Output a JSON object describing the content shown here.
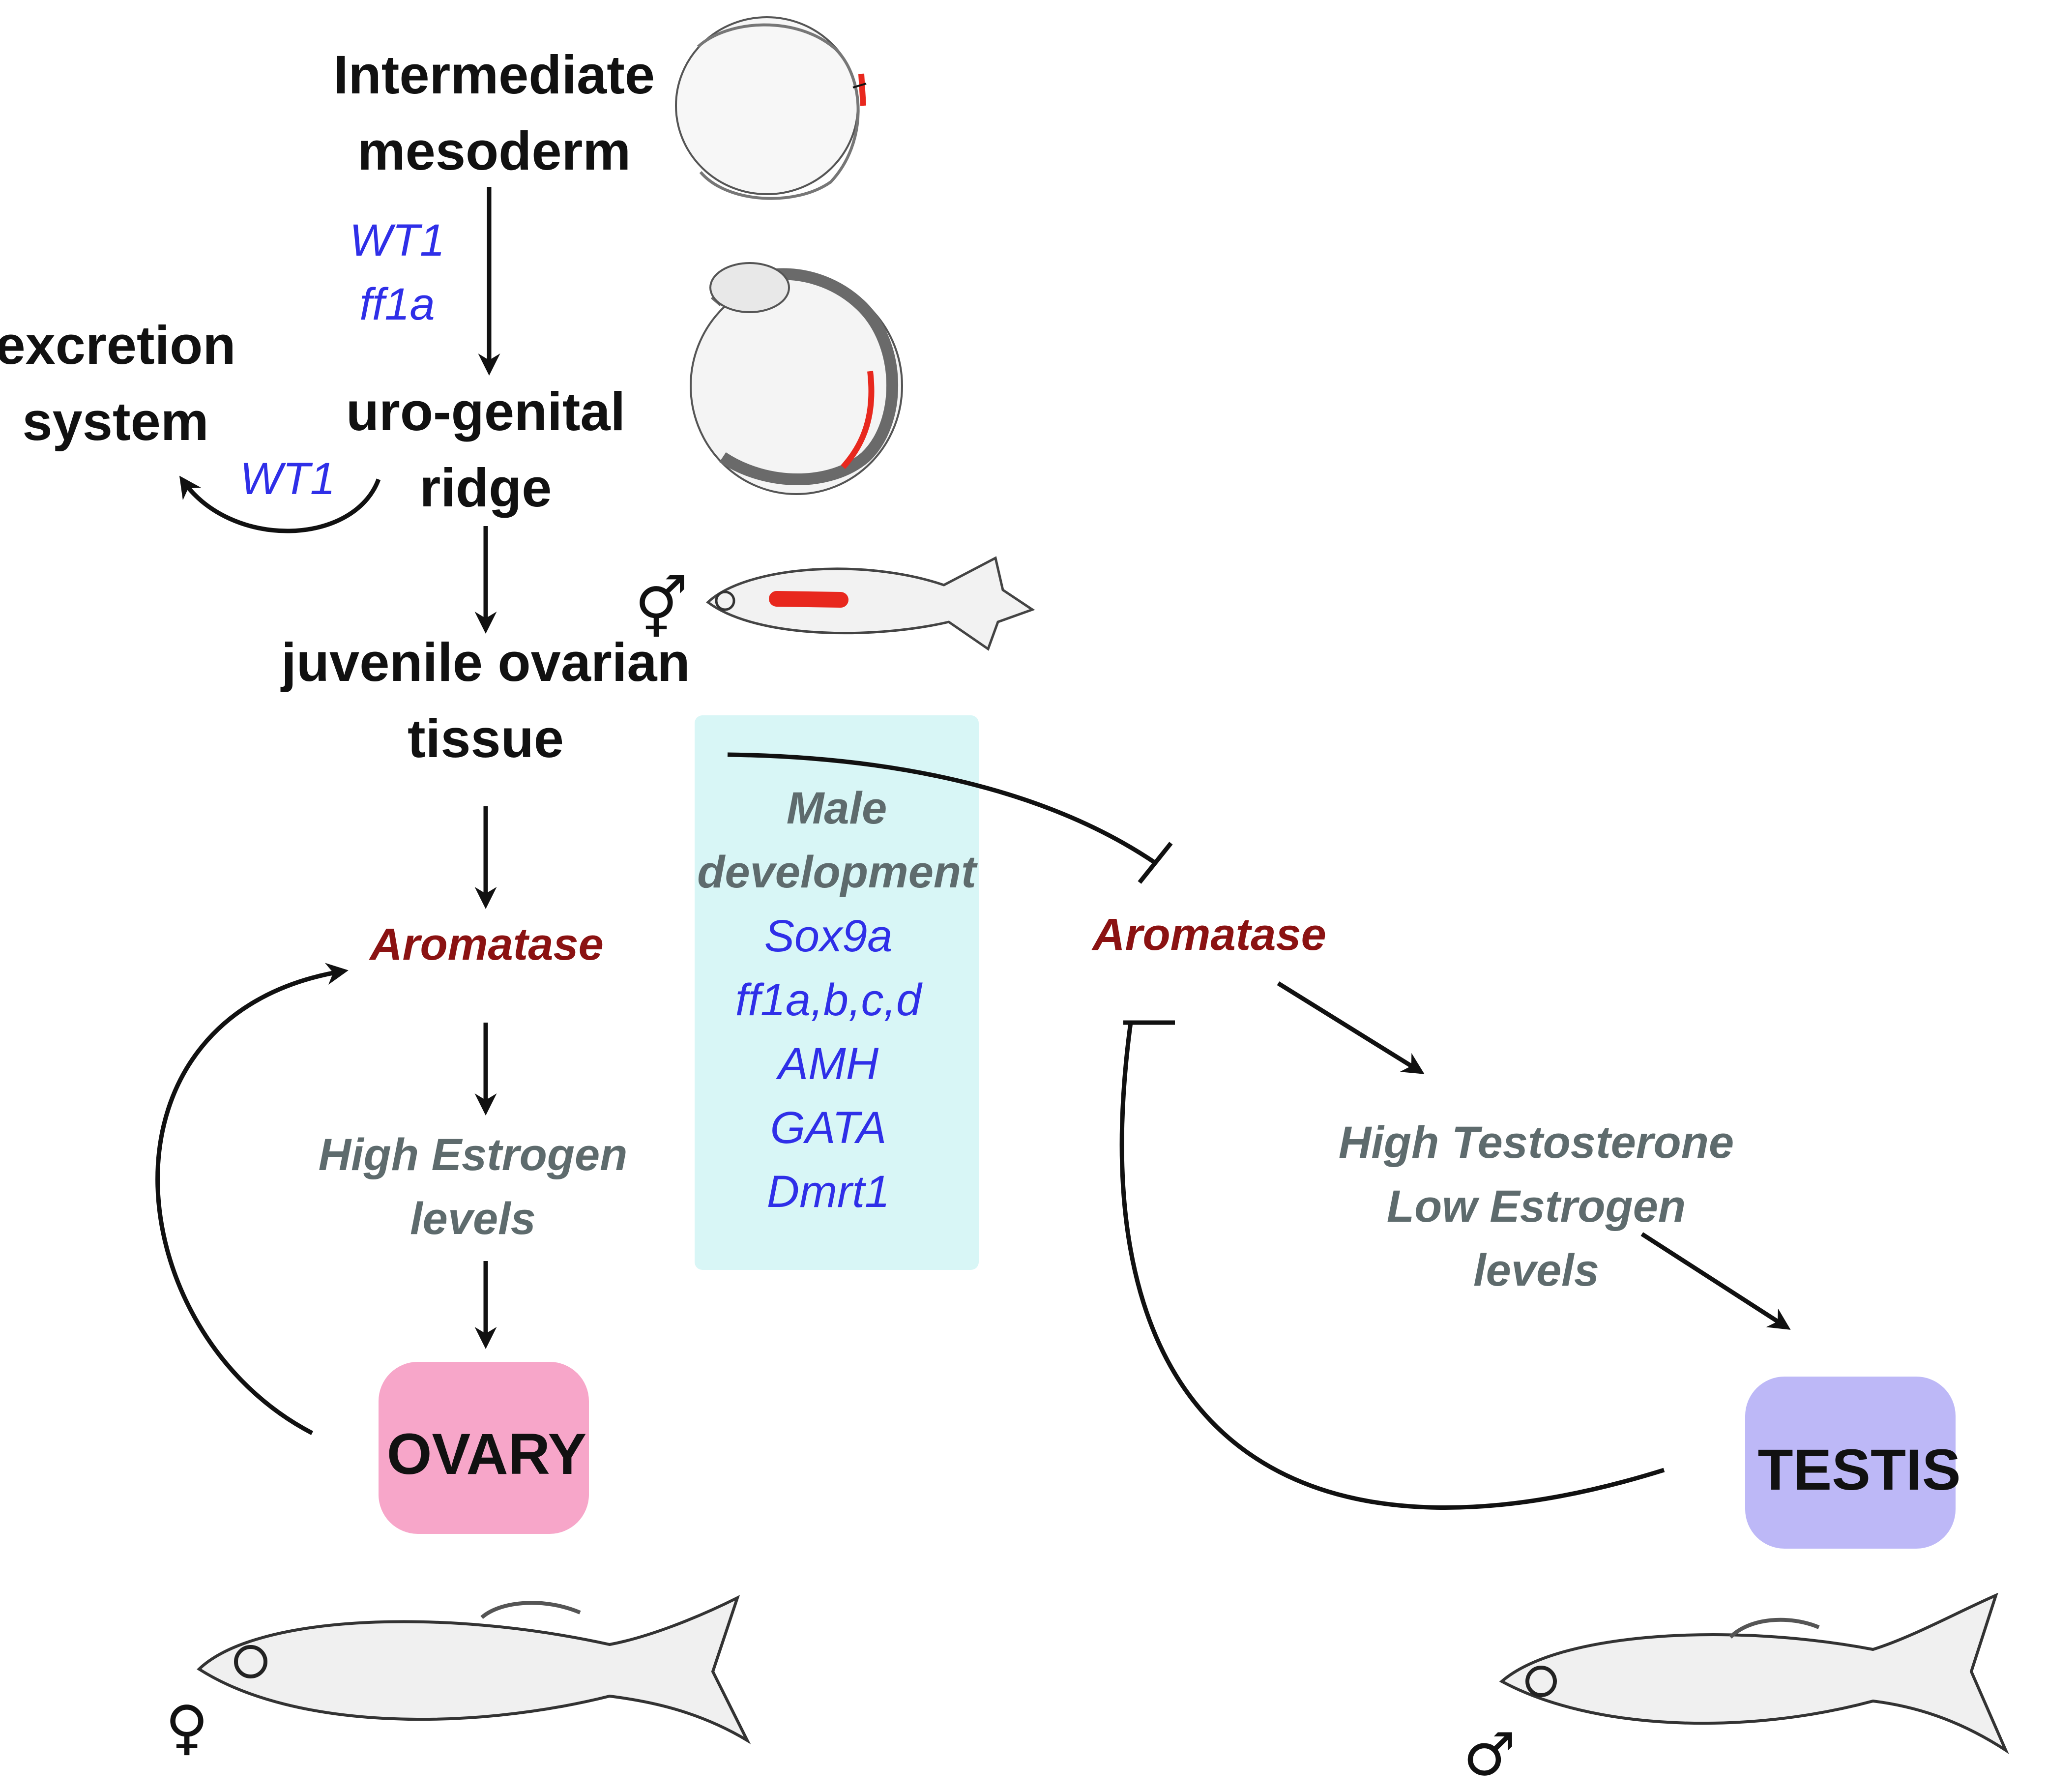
{
  "nodes": {
    "intermediate_mesoderm": [
      "Intermediate",
      "mesoderm"
    ],
    "uro_genital_ridge": [
      "uro-genital",
      "ridge"
    ],
    "excretion_system": [
      "excretion",
      "system"
    ],
    "juvenile_ovarian_tissue": [
      "juvenile ovarian",
      "tissue"
    ],
    "aromatase_left": "Aromatase",
    "aromatase_right": "Aromatase",
    "high_estrogen": [
      "High Estrogen",
      "levels"
    ],
    "high_testosterone": [
      "High Testosterone",
      "Low Estrogen",
      "levels"
    ],
    "ovary": "OVARY",
    "testis": "TESTIS"
  },
  "genes": {
    "mesoderm_to_ridge": [
      "WT1",
      "ff1a"
    ],
    "ridge_to_excretion": "WT1"
  },
  "male_box": {
    "title": [
      "Male",
      "development"
    ],
    "genes": [
      "Sox9a",
      "ff1a,b,c,d",
      "AMH",
      "GATA",
      "Dmrt1"
    ]
  },
  "symbols": {
    "hermaphrodite": "⚥",
    "female": "♀",
    "male": "♂"
  },
  "colors": {
    "gene_text": "#2f2fe8",
    "hormone_text": "#5e6b6d",
    "aromatase_text": "#8b1212",
    "ovary_box": "#f7a6c9",
    "testis_box": "#bdb8f7",
    "male_box_bg": "#d8f6f6",
    "gonad_marker": "#e8281e"
  },
  "illustrations": [
    "embryo-early-icon",
    "embryo-late-icon",
    "juvenile-fish-icon",
    "female-fish-icon",
    "male-fish-icon"
  ]
}
